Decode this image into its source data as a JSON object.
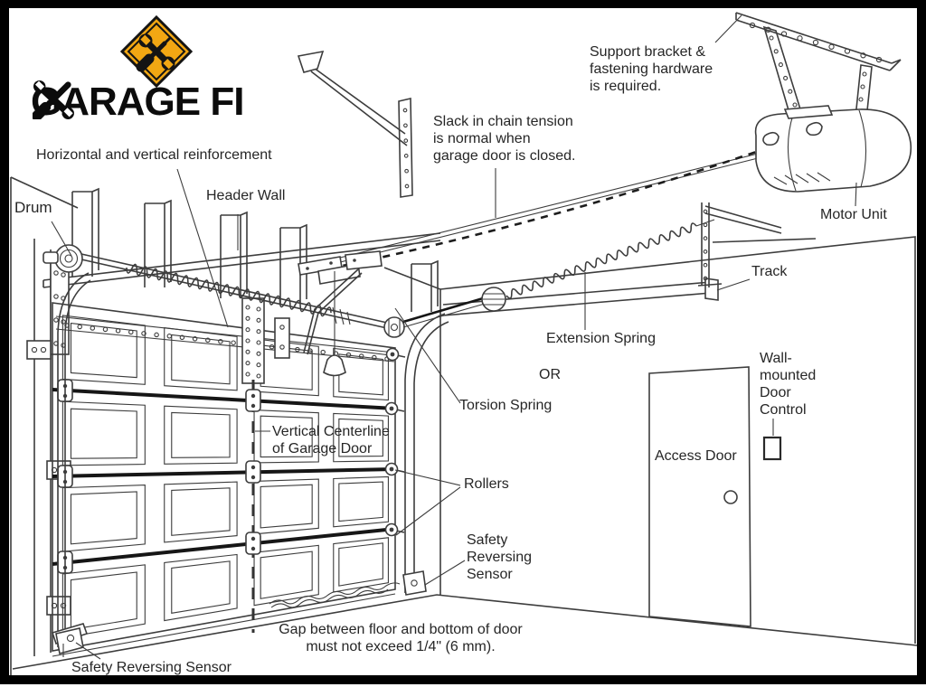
{
  "brand": {
    "name": "GARAGE FIX",
    "wordmark_prefix": "GARAGE FI",
    "icon": "warning-diamond-crossed-tools"
  },
  "labels": {
    "reinforcement": "Horizontal and vertical reinforcement",
    "header_wall": "Header Wall",
    "drum": "Drum",
    "support_bracket": "Support bracket &\nfastening hardware\nis required.",
    "slack_chain": "Slack in chain tension\nis normal when\ngarage door is closed.",
    "motor_unit": "Motor Unit",
    "track": "Track",
    "extension_spring": "Extension Spring",
    "or": "OR",
    "torsion_spring": "Torsion Spring",
    "wall_control": "Wall-\nmounted\nDoor\nControl",
    "access_door": "Access Door",
    "vertical_centerline": "Vertical Centerline\nof Garage Door",
    "rollers": "Rollers",
    "safety_sensor_right": "Safety\nReversing\nSensor",
    "gap_note": "Gap between floor and bottom of door\nmust not exceed 1/4\" (6 mm).",
    "safety_sensor_left": "Safety Reversing Sensor"
  },
  "colors": {
    "accent_yellow": "#F2A713",
    "line": "#3d3d3d",
    "frame": "#000000",
    "background": "#ffffff"
  }
}
